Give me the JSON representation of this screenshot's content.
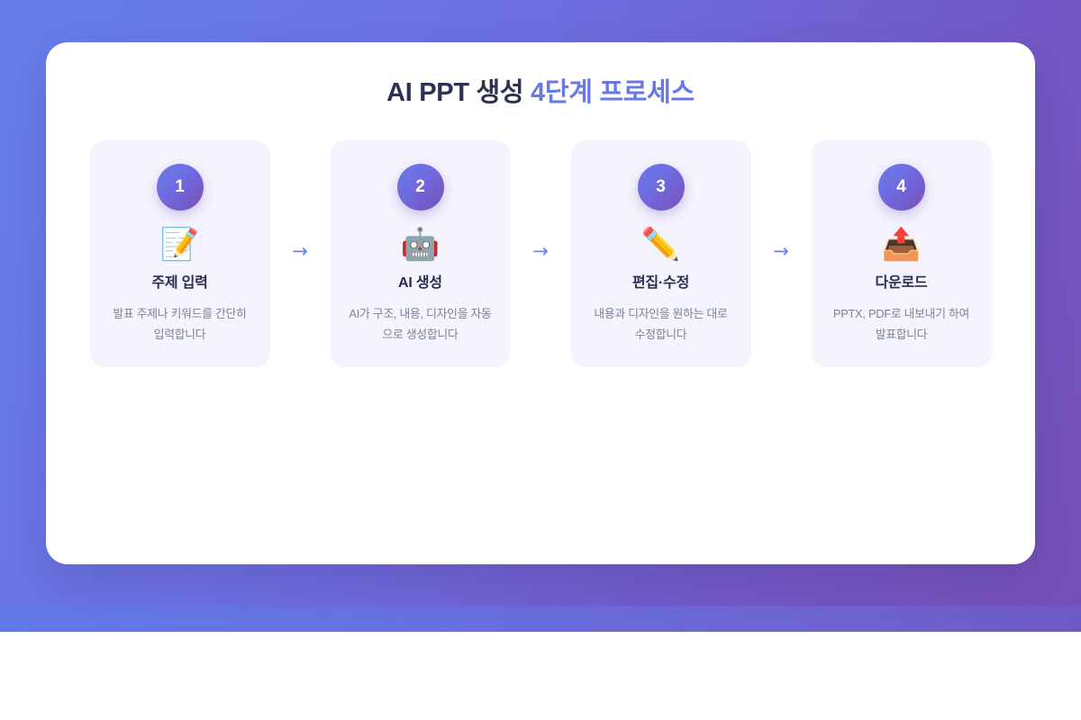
{
  "background": {
    "hero_gradient_from": "#667eea",
    "hero_gradient_to": "#7550b4",
    "sub_band_from": "#6179e8",
    "sub_band_to": "#7059c6",
    "card_background": "#ffffff"
  },
  "headline": {
    "primary": "AI PPT 생성",
    "accent": "4단계 프로세스",
    "primary_color": "#2b3350",
    "accent_color": "#6778e8"
  },
  "connector": {
    "glyph": "→",
    "color": "#6a7ff2"
  },
  "steps": [
    {
      "number": "1",
      "emoji": "📝",
      "icon_name": "memo-icon",
      "title": "주제 입력",
      "description": "발표 주제나 키워드를 간단히 입력합니다"
    },
    {
      "number": "2",
      "emoji": "🤖",
      "icon_name": "robot-icon",
      "title": "AI 생성",
      "description": "AI가 구조, 내용, 디자인을 자동으로 생성합니다"
    },
    {
      "number": "3",
      "emoji": "✏️",
      "icon_name": "pencil-icon",
      "title": "편집·수정",
      "description": "내용과 디자인을 원하는 대로 수정합니다"
    },
    {
      "number": "4",
      "emoji": "📤",
      "icon_name": "outbox-tray-icon",
      "title": "다운로드",
      "description": "PPTX, PDF로 내보내기 하여 발표합니다"
    }
  ]
}
